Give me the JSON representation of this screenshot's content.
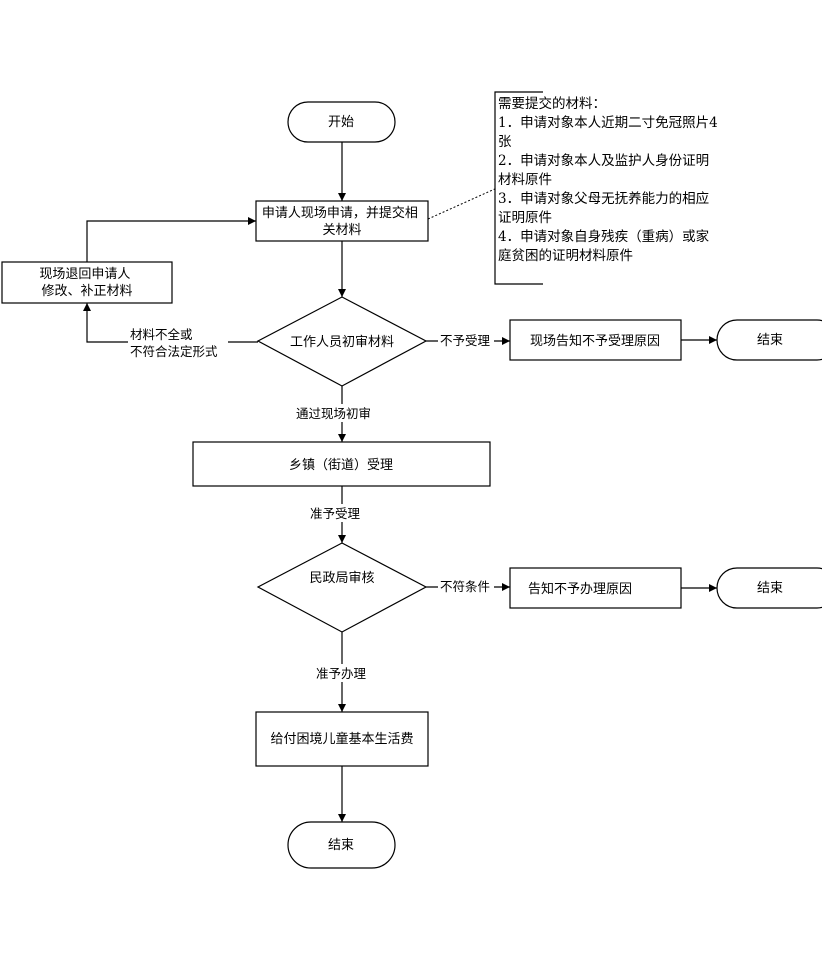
{
  "nodes": {
    "start": "开始",
    "apply": [
      "申请人现场申请，并提交相",
      "关材料"
    ],
    "return": [
      "现场退回申请人",
      "修改、补正材料"
    ],
    "review": "工作人员初审材料",
    "notify_reject": "现场告知不予受理原因",
    "end1": "结束",
    "town": "乡镇（街道）受理",
    "civil": "民政局审核",
    "notify_deny": "告知不予办理原因",
    "end2": "结束",
    "pay": "给付困境儿童基本生活费",
    "end3": "结束"
  },
  "note": {
    "lines": [
      "需要提交的材料：",
      "1．申请对象本人近期二寸免冠照片4",
      "张",
      "2．申请对象本人及监护人身份证明",
      "材料原件",
      "3．申请对象父母无抚养能力的相应",
      "证明原件",
      "4．申请对象自身残疾（重病）或家",
      "庭贫困的证明材料原件"
    ]
  },
  "edges": {
    "incomplete": [
      "材料不全或",
      "不符合法定形式"
    ],
    "not_accepted": "不予受理",
    "pass_review": "通过现场初审",
    "accept": "准予受理",
    "not_eligible": "不符条件",
    "approve": "准予办理"
  }
}
